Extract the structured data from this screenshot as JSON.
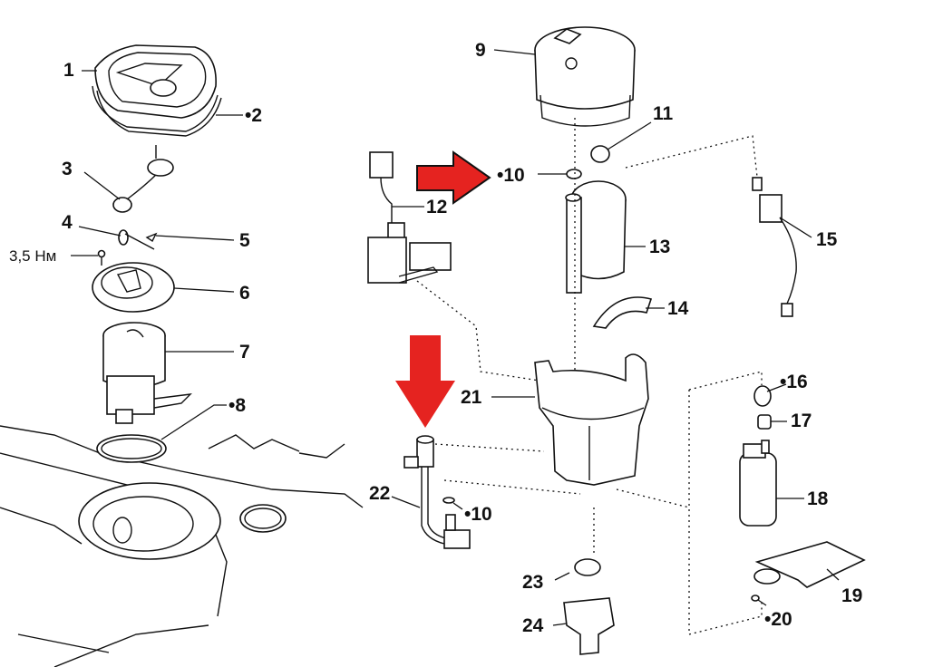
{
  "diagram": {
    "title": "",
    "callouts": [
      {
        "id": "1",
        "text": "1"
      },
      {
        "id": "2",
        "text": "•2"
      },
      {
        "id": "3",
        "text": "3"
      },
      {
        "id": "4",
        "text": "4"
      },
      {
        "id": "5",
        "text": "5"
      },
      {
        "id": "torque",
        "text": "3,5 Нм"
      },
      {
        "id": "6",
        "text": "6"
      },
      {
        "id": "7",
        "text": "7"
      },
      {
        "id": "8",
        "text": "•8"
      },
      {
        "id": "9",
        "text": "9"
      },
      {
        "id": "10a",
        "text": "•10"
      },
      {
        "id": "11",
        "text": "11"
      },
      {
        "id": "12",
        "text": "12"
      },
      {
        "id": "13",
        "text": "13"
      },
      {
        "id": "14",
        "text": "14"
      },
      {
        "id": "15",
        "text": "15"
      },
      {
        "id": "16",
        "text": "•16"
      },
      {
        "id": "17",
        "text": "17"
      },
      {
        "id": "18",
        "text": "18"
      },
      {
        "id": "19",
        "text": "19"
      },
      {
        "id": "20",
        "text": "•20"
      },
      {
        "id": "21",
        "text": "21"
      },
      {
        "id": "22",
        "text": "22"
      },
      {
        "id": "10b",
        "text": "•10"
      },
      {
        "id": "23",
        "text": "23"
      },
      {
        "id": "24",
        "text": "24"
      }
    ],
    "highlights": [
      {
        "id": "arrow-right",
        "points_to": "10",
        "color": "#e52320"
      },
      {
        "id": "arrow-down",
        "points_to": "22",
        "color": "#e52320"
      }
    ]
  }
}
